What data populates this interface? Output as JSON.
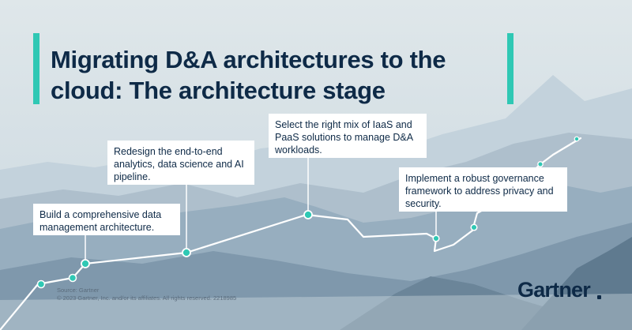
{
  "title": "Migrating D&A architectures to the cloud: The architecture stage",
  "milestones": [
    "Build a comprehensive data management architecture.",
    "Redesign the end-to-end analytics, data science and AI pipeline.",
    "Select the right mix of IaaS and PaaS solutions to manage D&A workloads.",
    "Implement a robust governance framework to address privacy and security."
  ],
  "footer": {
    "source": "Source: Gartner",
    "copyright": "© 2023 Gartner, Inc. and/or its affiliates. All rights reserved. 2218985"
  },
  "brand": {
    "logo_text": "Gartner",
    "accent": "#2fc8b4",
    "navy": "#0e2a47"
  }
}
